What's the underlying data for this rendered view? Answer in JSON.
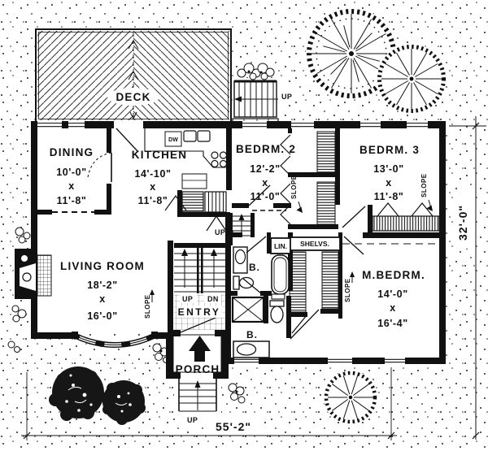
{
  "title": "Split-level house floor plan",
  "rooms": {
    "deck": {
      "label": "DECK"
    },
    "dining": {
      "label": "DINING",
      "width": "10'-0\"",
      "sep": "x",
      "depth": "11'-8\""
    },
    "kitchen": {
      "label": "KITCHEN",
      "width": "14'-10\"",
      "sep": "x",
      "depth": "11'-8\""
    },
    "bedroom2": {
      "label": "BEDRM. 2",
      "width": "12'-2\"",
      "sep": "x",
      "depth": "11'-0\""
    },
    "bedroom3": {
      "label": "BEDRM. 3",
      "width": "13'-0\"",
      "sep": "x",
      "depth": "11'-8\""
    },
    "living_room": {
      "label": "LIVING ROOM",
      "width": "18'-2\"",
      "sep": "x",
      "depth": "16'-0\""
    },
    "master_bedroom": {
      "label": "M.BEDRM.",
      "width": "14'-0\"",
      "sep": "x",
      "depth": "16'-4\""
    },
    "entry": {
      "label": "ENTRY"
    },
    "porch": {
      "label": "PORCH"
    },
    "bath_upper": {
      "label": "B."
    },
    "bath_lower": {
      "label": "B."
    },
    "linen_closet": {
      "label": "LIN."
    },
    "shelves_closet": {
      "label": "SHELVS."
    }
  },
  "annotations": {
    "up": "UP",
    "down": "DN",
    "slope": "SLOPE",
    "dishwasher": "DW"
  },
  "dimensions": {
    "overall_width": "55'-2\"",
    "overall_depth": "32'-0\""
  },
  "colors": {
    "ink": "#111111",
    "paper": "#ffffff"
  }
}
